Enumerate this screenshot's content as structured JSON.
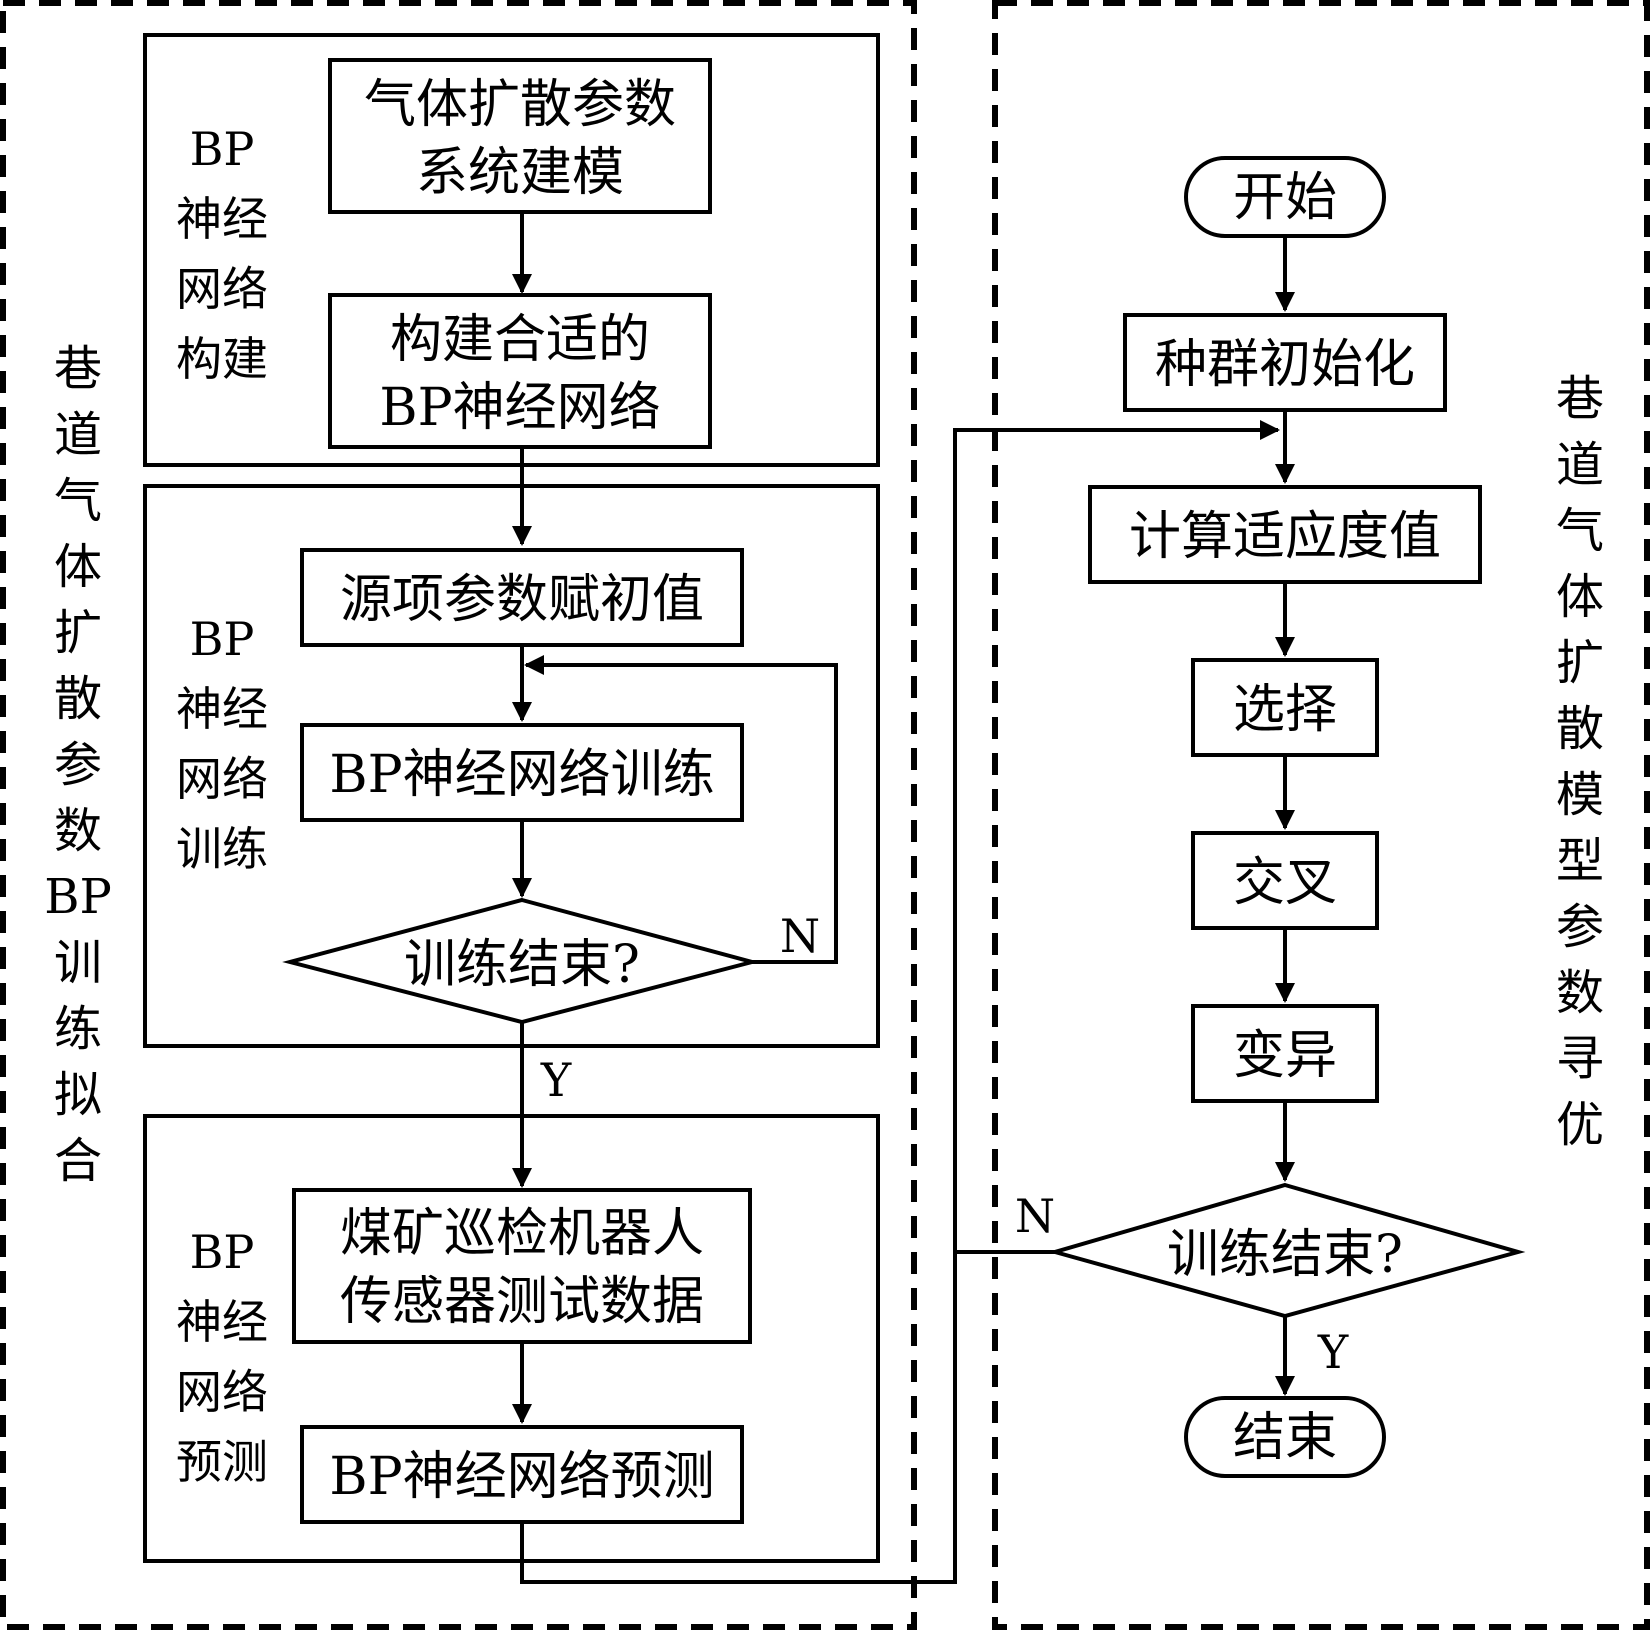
{
  "left_panel": {
    "title": "巷道气体扩散参数BP训练拟合",
    "section_build": {
      "label_lines": [
        "BP",
        "神经",
        "网络",
        "构建"
      ],
      "step_modeling": [
        "气体扩散参数",
        "系统建模"
      ],
      "step_construct": [
        "构建合适的",
        "BP神经网络"
      ]
    },
    "section_train": {
      "label_lines": [
        "BP",
        "神经",
        "网络",
        "训练"
      ],
      "step_init": "源项参数赋初值",
      "step_train": "BP神经网络训练",
      "decision": "训练结束?",
      "no_label": "N",
      "yes_label": "Y"
    },
    "section_predict": {
      "label_lines": [
        "BP",
        "神经",
        "网络",
        "预测"
      ],
      "step_data": [
        "煤矿巡检机器人",
        "传感器测试数据"
      ],
      "step_predict": "BP神经网络预测"
    }
  },
  "right_panel": {
    "title": "巷道气体扩散模型参数寻优",
    "start": "开始",
    "init_population": "种群初始化",
    "fitness": "计算适应度值",
    "selection": "选择",
    "crossover": "交叉",
    "mutation": "变异",
    "decision": "训练结束?",
    "no_label": "N",
    "yes_label": "Y",
    "end": "结束"
  },
  "colors": {
    "stroke": "#000000",
    "background": "#ffffff"
  }
}
